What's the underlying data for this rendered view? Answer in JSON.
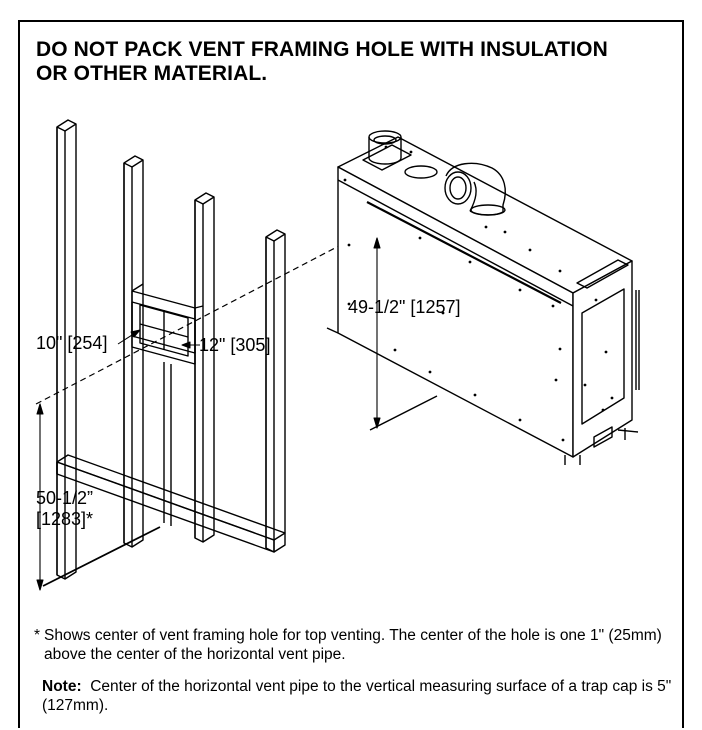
{
  "heading": {
    "line1": "DO NOT PACK VENT FRAMING HOLE WITH INSULATION",
    "line2": "OR OTHER MATERIAL."
  },
  "dimensions": {
    "hole_width": "10\" [254]",
    "hole_height": "12\" [305]",
    "appliance_height": "49-1/2\" [1257]",
    "framing_height_line1": "50-1/2”",
    "framing_height_line2": "[1283]*"
  },
  "footnote": {
    "mark": "*",
    "text": "Shows center of vent framing hole for top venting. The center of the hole is one 1\" (25mm) above the center of the horizontal vent pipe."
  },
  "note": {
    "label": "Note:",
    "text": "Center of the horizontal vent pipe to the vertical measuring surface of a trap cap is 5\" (127mm)."
  }
}
